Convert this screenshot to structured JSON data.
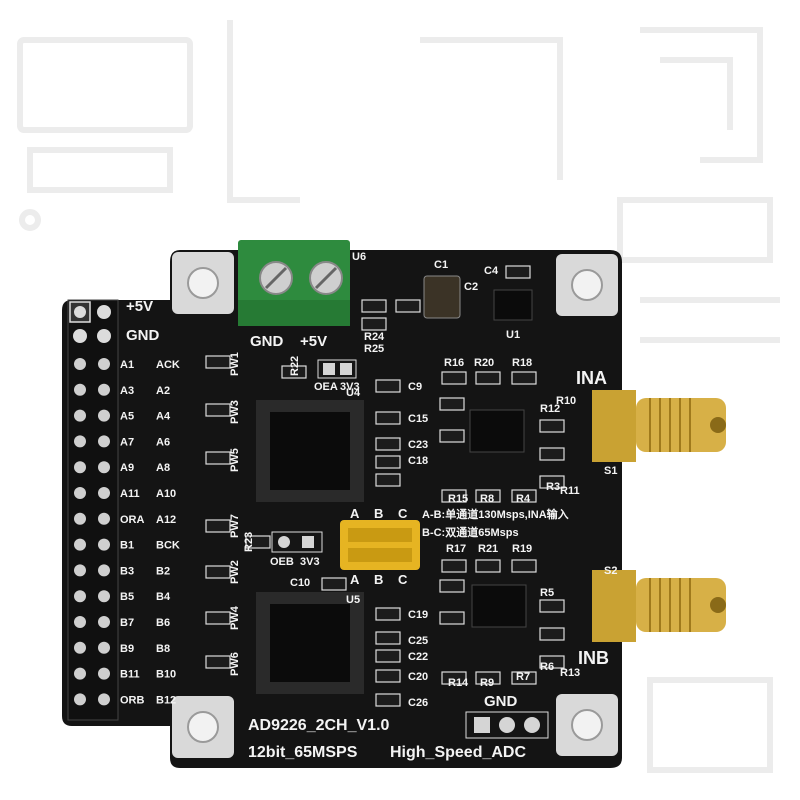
{
  "colors": {
    "board": "#141414",
    "silkscreen": "#f4f4f4",
    "terminal": "#2e8b3e",
    "jumper": "#e6b422",
    "sma_gold": "#c9a233",
    "background_trace": "#eeeeee"
  },
  "board": {
    "model": "AD9226_2CH_V1.0",
    "spec": "12bit_65MSPS",
    "subtitle": "High_Speed_ADC",
    "top_power": "+5V",
    "top_gnd": "GND",
    "terminal_gnd": "GND",
    "terminal_5v": "+5V",
    "bottom_gnd": "GND",
    "ina": "INA",
    "inb": "INB",
    "jumper_ab_note": "A-B:单通道130Msps,INA输入",
    "jumper_bc_note": "B-C:双通道65Msps",
    "jumper_a": "A",
    "jumper_b": "B",
    "jumper_c": "C",
    "jumper_a2": "A",
    "jumper_b2": "B",
    "jumper_c2": "C",
    "oea": "OEA",
    "oea_3v3": "3V3",
    "oeb": "OEB",
    "oeb_3v3": "3V3"
  },
  "header_pins": {
    "left": [
      "A1",
      "A3",
      "A5",
      "A7",
      "A9",
      "A11",
      "ORA",
      "B1",
      "B3",
      "B5",
      "B7",
      "B9",
      "B11",
      "ORB"
    ],
    "right": [
      "ACK",
      "A2",
      "A4",
      "A6",
      "A8",
      "A10",
      "A12",
      "BCK",
      "B2",
      "B4",
      "B6",
      "B8",
      "B10",
      "B12"
    ]
  },
  "components": {
    "u1": "U1",
    "u4": "U4",
    "u5": "U5",
    "u6": "U6",
    "c1": "C1",
    "c2": "C2",
    "c4": "C4",
    "c9": "C9",
    "c15": "C15",
    "c23": "C23",
    "c18": "C18",
    "c10": "C10",
    "c19": "C19",
    "c25": "C25",
    "c22": "C22",
    "c20": "C20",
    "c26": "C26",
    "r24": "R24",
    "r25": "R25",
    "r22": "R22",
    "r23": "R23",
    "r16": "R16",
    "r20": "R20",
    "r18": "R18",
    "r15": "R15",
    "r8": "R8",
    "r4": "R4",
    "r17": "R17",
    "r21": "R21",
    "r19": "R19",
    "r14": "R14",
    "r9": "R9",
    "r7": "R7",
    "r3": "R3",
    "r5": "R5",
    "r6": "R6",
    "r12": "R12",
    "r10": "R10",
    "r11": "R11",
    "r13": "R13",
    "s1": "S1",
    "s2": "S2",
    "pw1": "PW1",
    "pw3": "PW3",
    "pw5": "PW5",
    "pw7": "PW7",
    "pw2": "PW2",
    "pw4": "PW4",
    "pw6": "PW6"
  }
}
